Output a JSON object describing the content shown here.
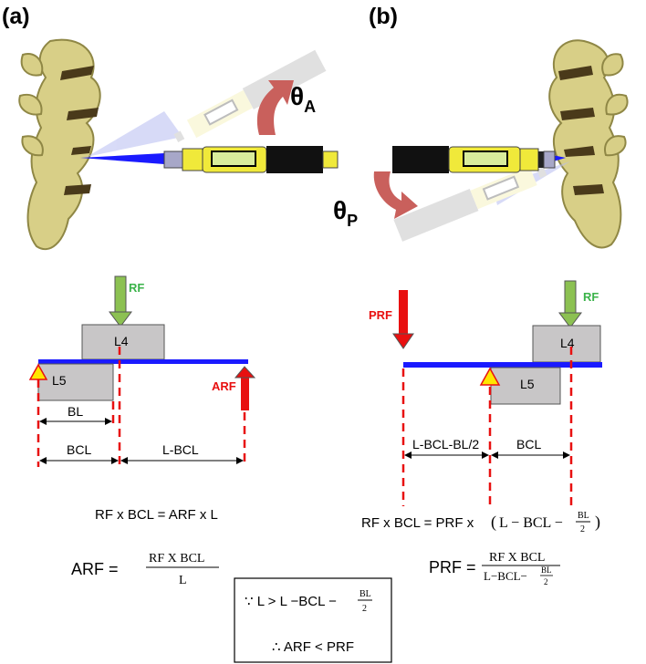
{
  "panels": {
    "a": {
      "label": "(a)",
      "theta": "θ",
      "theta_sub": "A"
    },
    "b": {
      "label": "(b)",
      "theta": "θ",
      "theta_sub": "P"
    }
  },
  "diagram_a": {
    "rf": "RF",
    "arf": "ARF",
    "upper_block": "L4",
    "lower_block": "L5",
    "dim_bl": "BL",
    "dim_bcl": "BCL",
    "dim_l_bcl": "L-BCL",
    "eq1": "RF x BCL = ARF x L",
    "eq2_lhs": "ARF =",
    "eq2_num": "RF X BCL",
    "eq2_den": "L"
  },
  "diagram_b": {
    "rf": "RF",
    "prf": "PRF",
    "upper_block": "L4",
    "lower_block": "L5",
    "dim_left": "L-BCL-BL/2",
    "dim_bcl": "BCL",
    "eq1_text": "RF x BCL = PRF x",
    "eq1_paren_open": "(",
    "eq1_expr": "L − BCL −",
    "eq1_paren_close": ")",
    "frac_bl": "BL",
    "frac_2": "2",
    "eq2_lhs": "PRF =",
    "eq2_num": "RF X BCL",
    "eq2_den": "L−BCL−"
  },
  "conclusion": {
    "since": "∵ L > L −BCL −",
    "frac_bl": "BL",
    "frac_2": "2",
    "therefore": "∴ ARF < PRF"
  },
  "colors": {
    "beam": "#1a1aff",
    "block": "#c8c6c7",
    "rf_arrow": "#8cc152",
    "react_arrow": "#e81010",
    "dash": "#e81010",
    "fulcrum": "#ffe600",
    "spine": "#d8cf87",
    "probe_yellow": "#f0e93a",
    "rot_arrow": "#c9605c"
  }
}
